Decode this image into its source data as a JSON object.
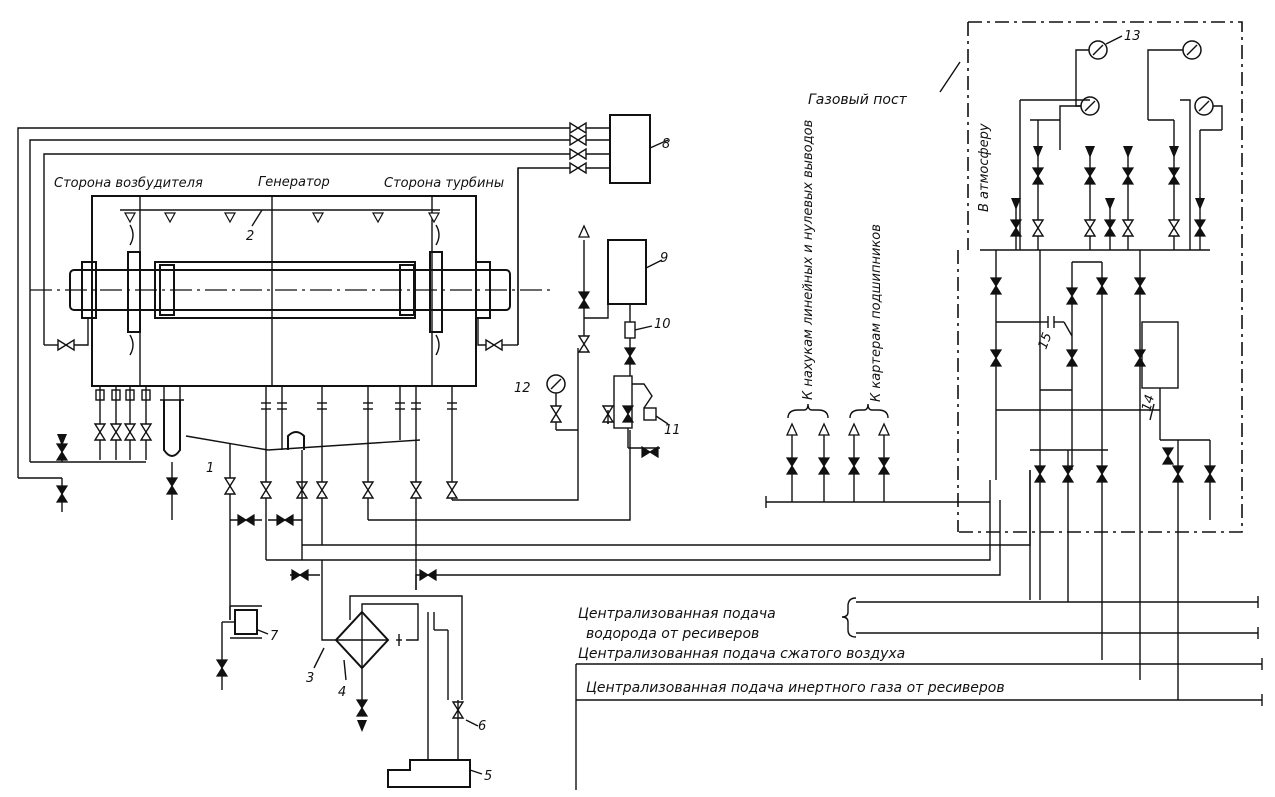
{
  "labels": {
    "exciter_side": "Сторона возбудителя",
    "generator": "Генератор",
    "turbine_side": "Сторона турбины",
    "gas_post": "Газовый пост",
    "to_atmosphere": "В атмосферу",
    "to_line_caps": "К нахукам линейных и нулевых выводов",
    "to_bearing_housings": "К картерам подшипников",
    "h2_supply_1": "Централизованная подача",
    "h2_supply_2": "водорода от ресиверов",
    "air_supply": "Централизованная подача сжатого воздуха",
    "inert_supply": "Централизованная подача инертного газа от ресиверов"
  },
  "numbers": {
    "n1": "1",
    "n2": "2",
    "n3": "3",
    "n4": "4",
    "n5": "5",
    "n6": "6",
    "n7": "7",
    "n8": "8",
    "n9": "9",
    "n10": "10",
    "n11": "11",
    "n12": "12",
    "n13": "13",
    "n14": "14",
    "n15": "15"
  }
}
